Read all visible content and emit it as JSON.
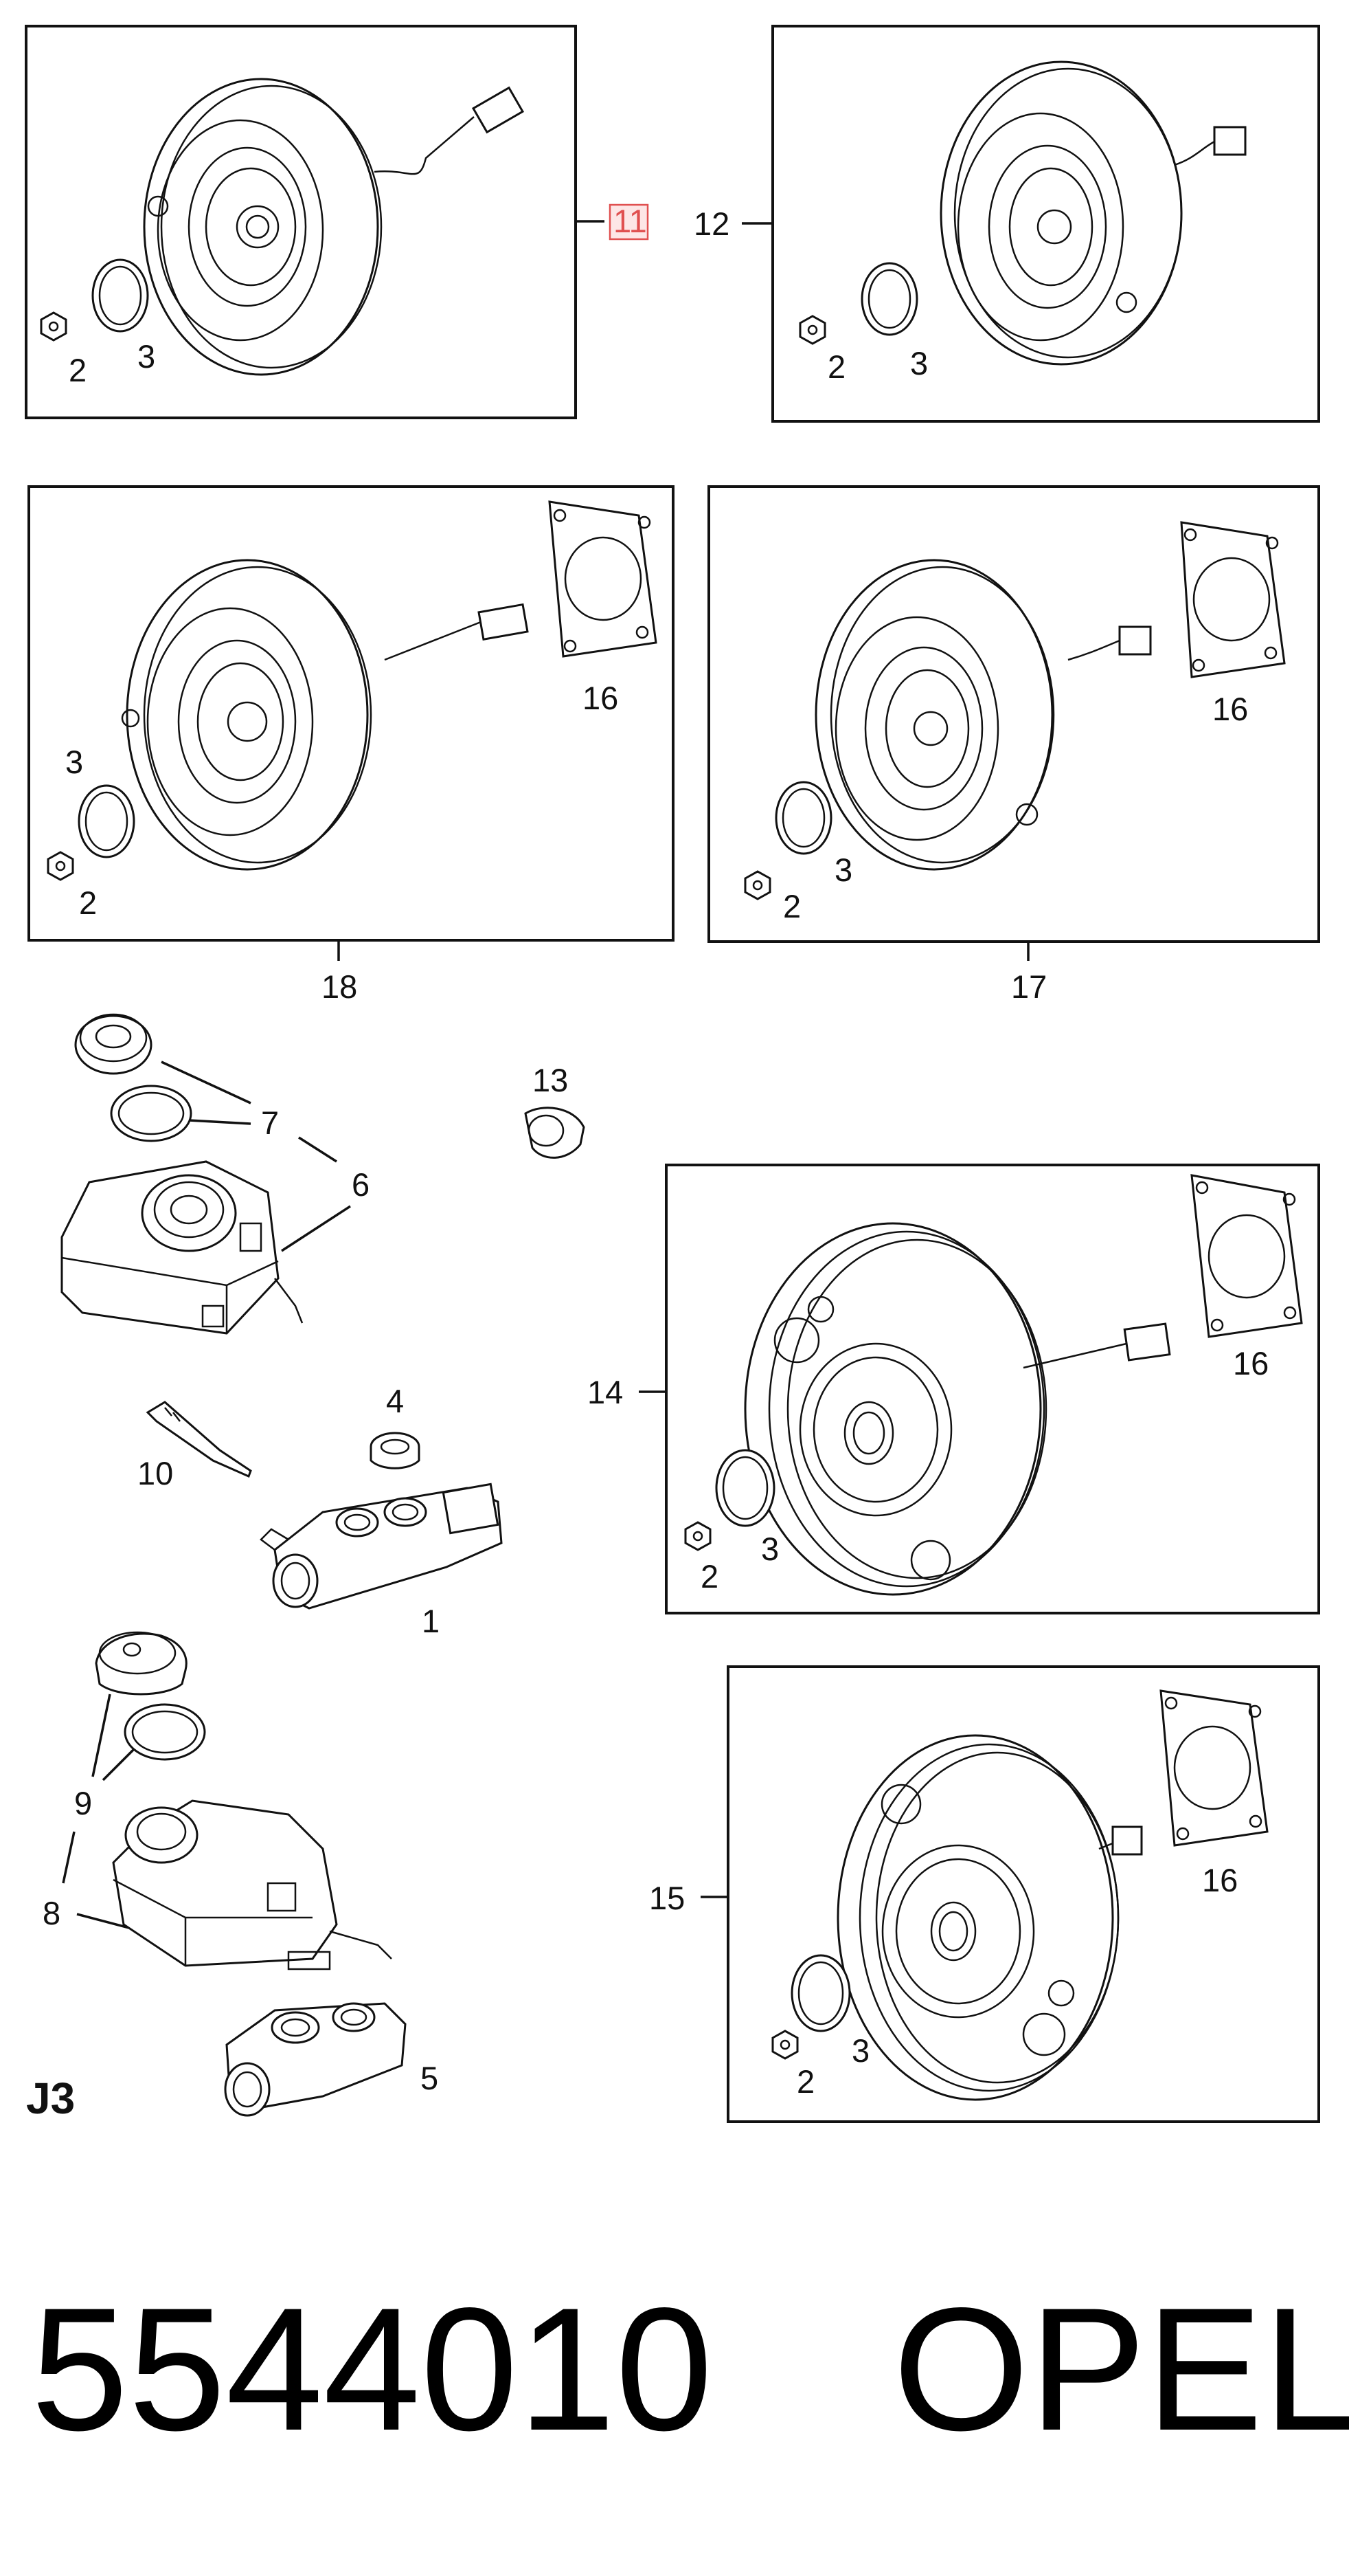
{
  "callouts": {
    "c1": "1",
    "c2": "2",
    "c3": "3",
    "c4": "4",
    "c5": "5",
    "c6": "6",
    "c7": "7",
    "c8": "8",
    "c9": "9",
    "c10": "10",
    "c11": "11",
    "c12": "12",
    "c13": "13",
    "c14": "14",
    "c15": "15",
    "c16": "16",
    "c17": "17",
    "c18": "18"
  },
  "highlight_color": "#e05050",
  "sheet_id": "J3",
  "footer": {
    "part_number": "5544010",
    "brand": "OPEL"
  }
}
